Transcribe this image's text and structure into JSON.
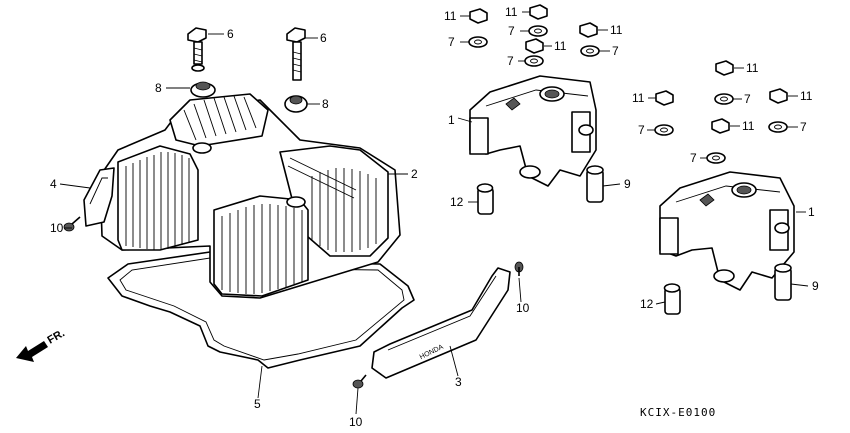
{
  "diagram": {
    "code": "KCIX-E0100",
    "direction_label": "FR.",
    "callouts": [
      {
        "id": "c1a",
        "label": "1"
      },
      {
        "id": "c1b",
        "label": "1"
      },
      {
        "id": "c2",
        "label": "2"
      },
      {
        "id": "c3",
        "label": "3"
      },
      {
        "id": "c4",
        "label": "4"
      },
      {
        "id": "c5",
        "label": "5"
      },
      {
        "id": "c6a",
        "label": "6"
      },
      {
        "id": "c6b",
        "label": "6"
      },
      {
        "id": "c7a",
        "label": "7"
      },
      {
        "id": "c7b",
        "label": "7"
      },
      {
        "id": "c7c",
        "label": "7"
      },
      {
        "id": "c7d",
        "label": "7"
      },
      {
        "id": "c7e",
        "label": "7"
      },
      {
        "id": "c7f",
        "label": "7"
      },
      {
        "id": "c7g",
        "label": "7"
      },
      {
        "id": "c7h",
        "label": "7"
      },
      {
        "id": "c8a",
        "label": "8"
      },
      {
        "id": "c8b",
        "label": "8"
      },
      {
        "id": "c9a",
        "label": "9"
      },
      {
        "id": "c9b",
        "label": "9"
      },
      {
        "id": "c10a",
        "label": "10"
      },
      {
        "id": "c10b",
        "label": "10"
      },
      {
        "id": "c10c",
        "label": "10"
      },
      {
        "id": "c11a",
        "label": "11"
      },
      {
        "id": "c11b",
        "label": "11"
      },
      {
        "id": "c11c",
        "label": "11"
      },
      {
        "id": "c11d",
        "label": "11"
      },
      {
        "id": "c11e",
        "label": "11"
      },
      {
        "id": "c11f",
        "label": "11"
      },
      {
        "id": "c11g",
        "label": "11"
      },
      {
        "id": "c11h",
        "label": "11"
      },
      {
        "id": "c12a",
        "label": "12"
      },
      {
        "id": "c12b",
        "label": "12"
      }
    ]
  }
}
